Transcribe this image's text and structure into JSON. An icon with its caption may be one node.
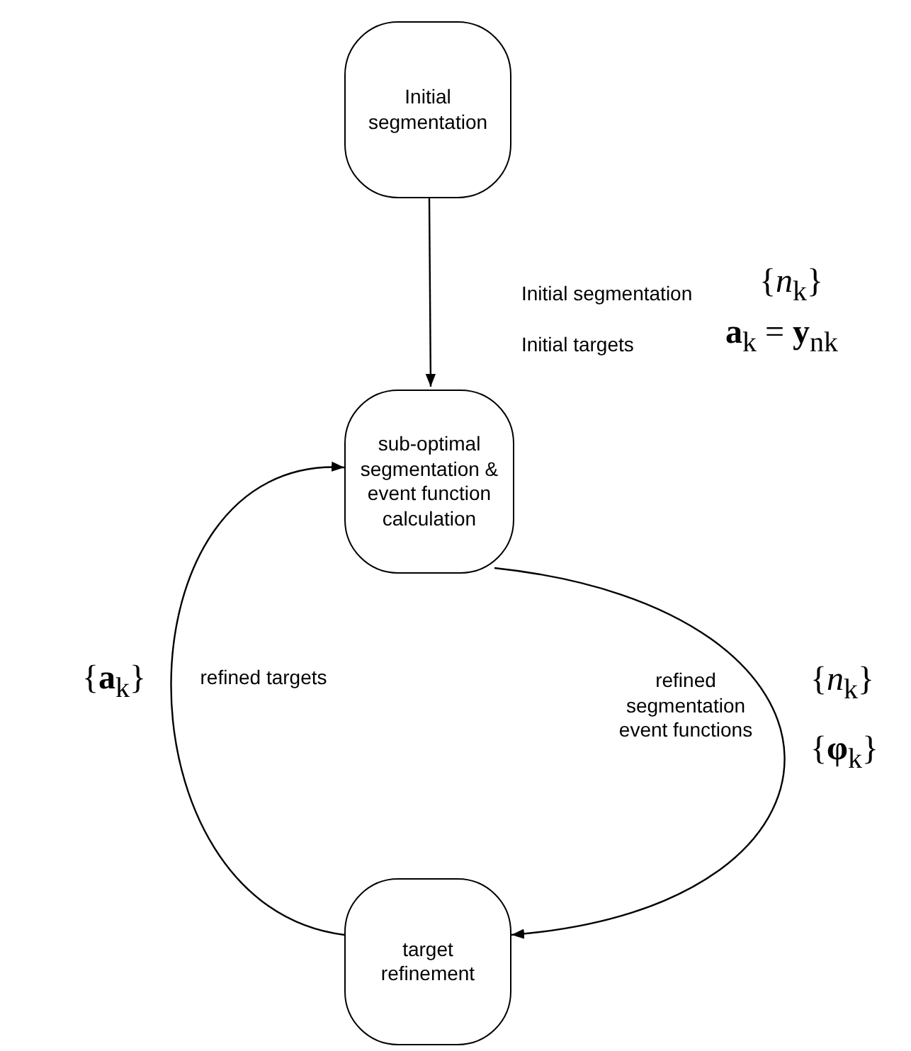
{
  "diagram": {
    "nodes": [
      {
        "text": [
          "Initial segmentation"
        ]
      },
      {
        "text": [
          "sub-optimal segmentation & event function calculation"
        ]
      },
      {
        "text": [
          "target refinement"
        ]
      }
    ],
    "edges": [
      {
        "from": 0,
        "to": 1,
        "arrow": "to"
      },
      {
        "from": 1,
        "to": 2,
        "arrow": "to"
      },
      {
        "from": 2,
        "to": 1,
        "arrow": "to"
      }
    ],
    "labels": [
      "Initial segmentation",
      "{*n*$_{k}$}",
      "Initial targets",
      "**a**$_{k}$ = **y**$_{n}$$_{k}$",
      "{**a**$_{k}$}",
      "refined targets",
      "refined segmentation event functions",
      "{*n*$_{k}$}",
      "{**φ**$_{k}$}"
    ]
  }
}
